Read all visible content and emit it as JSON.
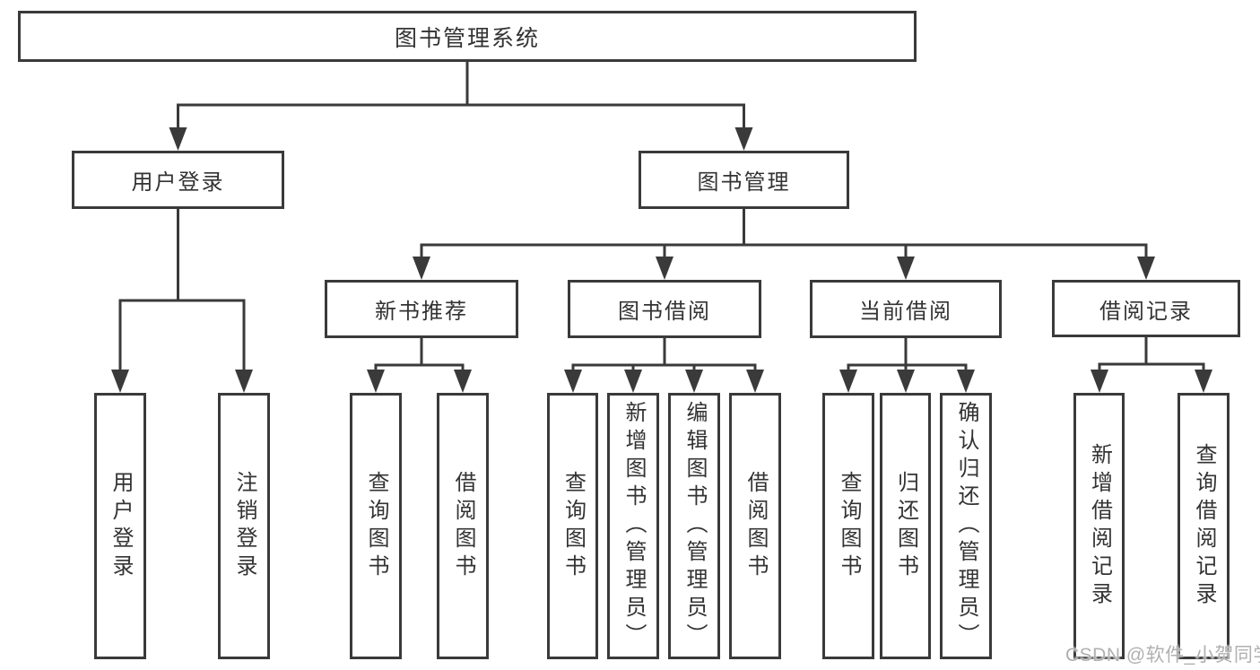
{
  "diagram": {
    "root": {
      "label": "图书管理系统"
    },
    "level2": {
      "user_login": {
        "label": "用户登录"
      },
      "book_mgmt": {
        "label": "图书管理"
      }
    },
    "level3": {
      "new_book_rec": {
        "label": "新书推荐"
      },
      "book_borrow": {
        "label": "图书借阅"
      },
      "current_borrow": {
        "label": "当前借阅"
      },
      "borrow_records": {
        "label": "借阅记录"
      }
    },
    "leaves": {
      "user_login_action": {
        "label": "用户登录"
      },
      "logout_action": {
        "label": "注销登录"
      },
      "newbook_query_books": {
        "label": "查询图书"
      },
      "newbook_borrow_books": {
        "label": "借阅图书"
      },
      "borrow_query_books": {
        "label": "查询图书"
      },
      "borrow_add_books": {
        "label": "新增图书（管理员）"
      },
      "borrow_edit_books": {
        "label": "编辑图书（管理员）"
      },
      "borrow_borrow_books": {
        "label": "借阅图书"
      },
      "current_query_books": {
        "label": "查询图书"
      },
      "current_return_books": {
        "label": "归还图书"
      },
      "current_confirm_return": {
        "label": "确认归还（管理员）"
      },
      "records_add_record": {
        "label": "新增借阅记录"
      },
      "records_query_record": {
        "label": "查询借阅记录"
      }
    }
  },
  "watermark": {
    "text": "CSDN @软件_小贺同学"
  },
  "colors": {
    "line": "#3a3a3a",
    "text": "#333333",
    "watermark": "#b0b0b0",
    "background": "#ffffff"
  }
}
